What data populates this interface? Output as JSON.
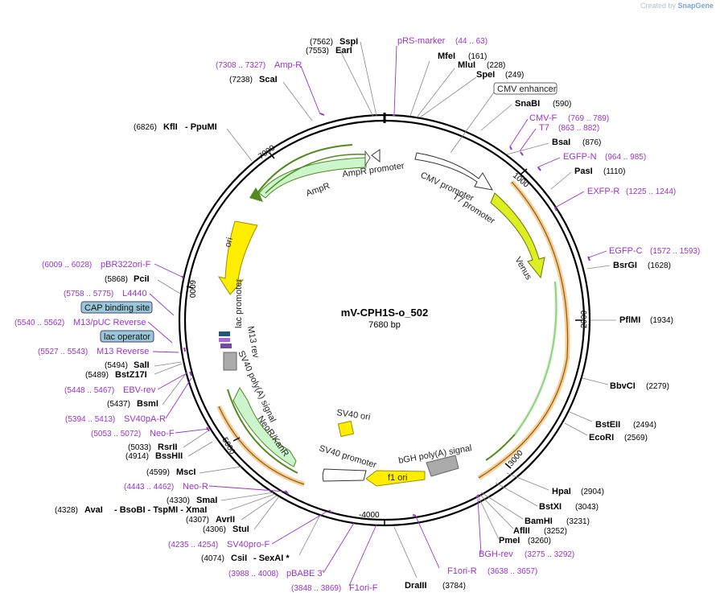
{
  "brand": {
    "prefix": "Created by",
    "name": "SnapGene"
  },
  "plasmid": {
    "name": "mV-CPH1S-o_502",
    "size": "7680 bp"
  },
  "ticks": [
    "1000",
    "2000",
    "3000",
    "-4000",
    "5000",
    "6000",
    "7000"
  ],
  "boxed_labels": {
    "cmv_enhancer": "CMV enhancer",
    "cap_binding_site": "CAP binding site",
    "lac_operator": "lac operator"
  },
  "features": {
    "ampr": "AmpR",
    "ampr_promoter": "AmpR promoter",
    "cmv_promoter": "CMV promoter",
    "t7_promoter": "T7 promoter",
    "venus": "Venus",
    "ori": "ori",
    "lac_promoter": "lac promoter",
    "m13_rev": "M13 rev",
    "sv40_polya": "SV40 poly(A) signal",
    "neor_kanr": "NeoR/KanR",
    "sv40_promoter": "SV40 promoter",
    "sv40_ori": "SV40 ori",
    "f1_ori": "f1 ori",
    "bgh_polya": "bGH poly(A) signal"
  },
  "sites": {
    "sspi": {
      "pos": "(7562)",
      "name": "SspI"
    },
    "eari": {
      "pos": "(7553)",
      "name": "EarI"
    },
    "scai": {
      "pos": "(7238)",
      "name": "ScaI"
    },
    "kfli": {
      "pos": "(6826)",
      "name": "KflI",
      "alt": "- PpuMI"
    },
    "pcii": {
      "pos": "(5868)",
      "name": "PciI"
    },
    "sali": {
      "pos": "(5494)",
      "name": "SalI"
    },
    "bstz17i": {
      "pos": "(5489)",
      "name": "BstZ17I"
    },
    "bsmi": {
      "pos": "(5437)",
      "name": "BsmI"
    },
    "rsrii": {
      "pos": "(5033)",
      "name": "RsrII"
    },
    "bsshii": {
      "pos": "(4914)",
      "name": "BssHII"
    },
    "msci": {
      "pos": "(4599)",
      "name": "MscI"
    },
    "smai": {
      "pos": "(4330)",
      "name": "SmaI"
    },
    "avai": {
      "pos": "(4328)",
      "name": "AvaI",
      "alt": "- BsoBI - TspMI - XmaI"
    },
    "avrii": {
      "pos": "(4307)",
      "name": "AvrII"
    },
    "stui": {
      "pos": "(4306)",
      "name": "StuI"
    },
    "csii": {
      "pos": "(4074)",
      "name": "CsiI",
      "alt": "- SexAI *"
    },
    "draiii": {
      "name": "DraIII",
      "pos": "(3784)"
    },
    "mfei": {
      "name": "MfeI",
      "pos": "(161)"
    },
    "mlui": {
      "name": "MluI",
      "pos": "(228)"
    },
    "spei": {
      "name": "SpeI",
      "pos": "(249)"
    },
    "snabi": {
      "name": "SnaBI",
      "pos": "(590)"
    },
    "bsai": {
      "name": "BsaI",
      "pos": "(876)"
    },
    "pasi": {
      "name": "PasI",
      "pos": "(1110)"
    },
    "bsrgi": {
      "name": "BsrGI",
      "pos": "(1628)"
    },
    "pflmi": {
      "name": "PflMI",
      "pos": "(1934)"
    },
    "bbvci": {
      "name": "BbvCI",
      "pos": "(2279)"
    },
    "bsteii": {
      "name": "BstEII",
      "pos": "(2494)"
    },
    "ecori": {
      "name": "EcoRI",
      "pos": "(2569)"
    },
    "hpai": {
      "name": "HpaI",
      "pos": "(2904)"
    },
    "bstxi": {
      "name": "BstXI",
      "pos": "(3043)"
    },
    "bamhi": {
      "name": "BamHI",
      "pos": "(3231)"
    },
    "aflii": {
      "name": "AflII",
      "pos": "(3252)"
    },
    "pmei": {
      "name": "PmeI",
      "pos": "(3260)"
    }
  },
  "primers": {
    "prs_marker": {
      "name": "pRS-marker",
      "range": "(44 .. 63)"
    },
    "amp_r": {
      "range": "(7308 .. 7327)",
      "name": "Amp-R"
    },
    "pbr322ori_f": {
      "range": "(6009 .. 6028)",
      "name": "pBR322ori-F"
    },
    "l4440": {
      "range": "(5758 .. 5775)",
      "name": "L4440"
    },
    "m13_puc_reverse": {
      "range": "(5540 .. 5562)",
      "name": "M13/pUC Reverse"
    },
    "m13_reverse": {
      "range": "(5527 .. 5543)",
      "name": "M13 Reverse"
    },
    "ebv_rev": {
      "range": "(5448 .. 5467)",
      "name": "EBV-rev"
    },
    "sv40pa_r": {
      "range": "(5394 .. 5413)",
      "name": "SV40pA-R"
    },
    "neo_f": {
      "range": "(5053 .. 5072)",
      "name": "Neo-F"
    },
    "neo_r": {
      "range": "(4443 .. 4462)",
      "name": "Neo-R"
    },
    "sv40pro_f": {
      "range": "(4235 .. 4254)",
      "name": "SV40pro-F"
    },
    "pbabe_3": {
      "range": "(3988 .. 4008)",
      "name": "pBABE 3'"
    },
    "f1ori_f": {
      "range": "(3848 .. 3869)",
      "name": "F1ori-F"
    },
    "cmv_f": {
      "name": "CMV-F",
      "range": "(769 .. 789)"
    },
    "t7": {
      "name": "T7",
      "range": "(863 .. 882)"
    },
    "egfp_n": {
      "name": "EGFP-N",
      "range": "(964 .. 985)"
    },
    "exfp_r": {
      "name": "EXFP-R",
      "range": "(1225 .. 1244)"
    },
    "egfp_c": {
      "name": "EGFP-C",
      "range": "(1572 .. 1593)"
    },
    "f1ori_r": {
      "name": "F1ori-R",
      "range": "(3638 .. 3657)"
    },
    "bgh_rev": {
      "name": "BGH-rev",
      "range": "(3275 .. 3292)"
    }
  },
  "colors": {
    "primer": "#9933cc",
    "backbone": "#000000",
    "ampr_fill": "#ccf5cc",
    "ampr_stroke": "#4e8a1e",
    "venus_fill": "#ddee22",
    "ori_fill": "#ffee00",
    "neor_fill": "#ccf5cc",
    "orange_band": "#f2a43a",
    "gray_feature": "#aaaaaa",
    "boxed_label_fill": "#9bc8d8"
  }
}
